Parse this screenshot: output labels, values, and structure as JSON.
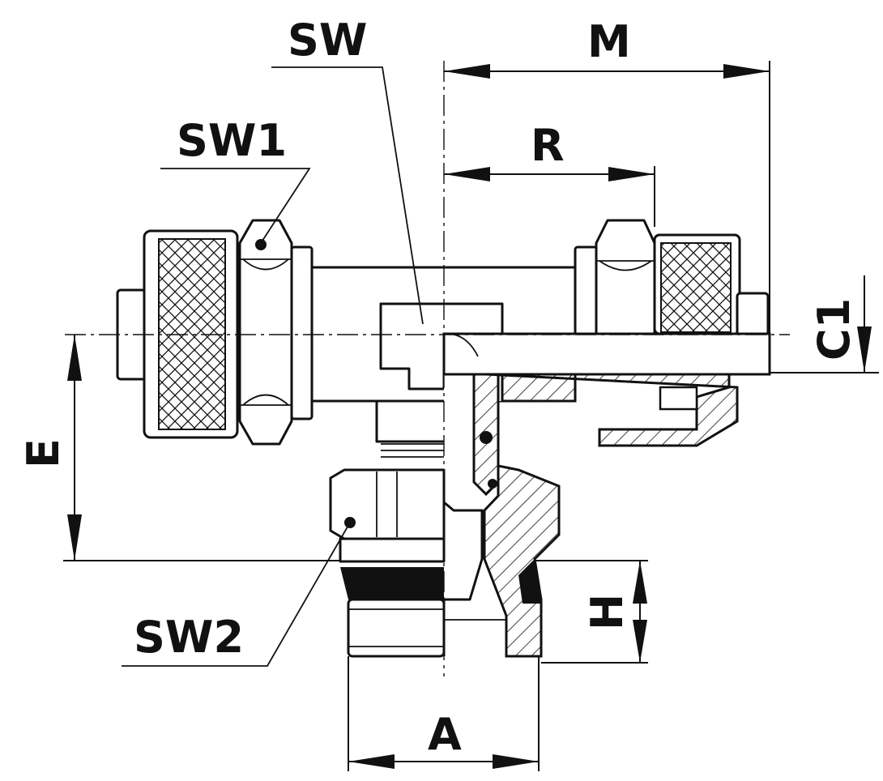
{
  "labels": {
    "sw": "SW",
    "m": "M",
    "sw1": "SW1",
    "r": "R",
    "c1": "C1",
    "e": "E",
    "h": "H",
    "sw2": "SW2",
    "a": "A"
  },
  "colors": {
    "ink": "#111111",
    "background": "#ffffff"
  }
}
